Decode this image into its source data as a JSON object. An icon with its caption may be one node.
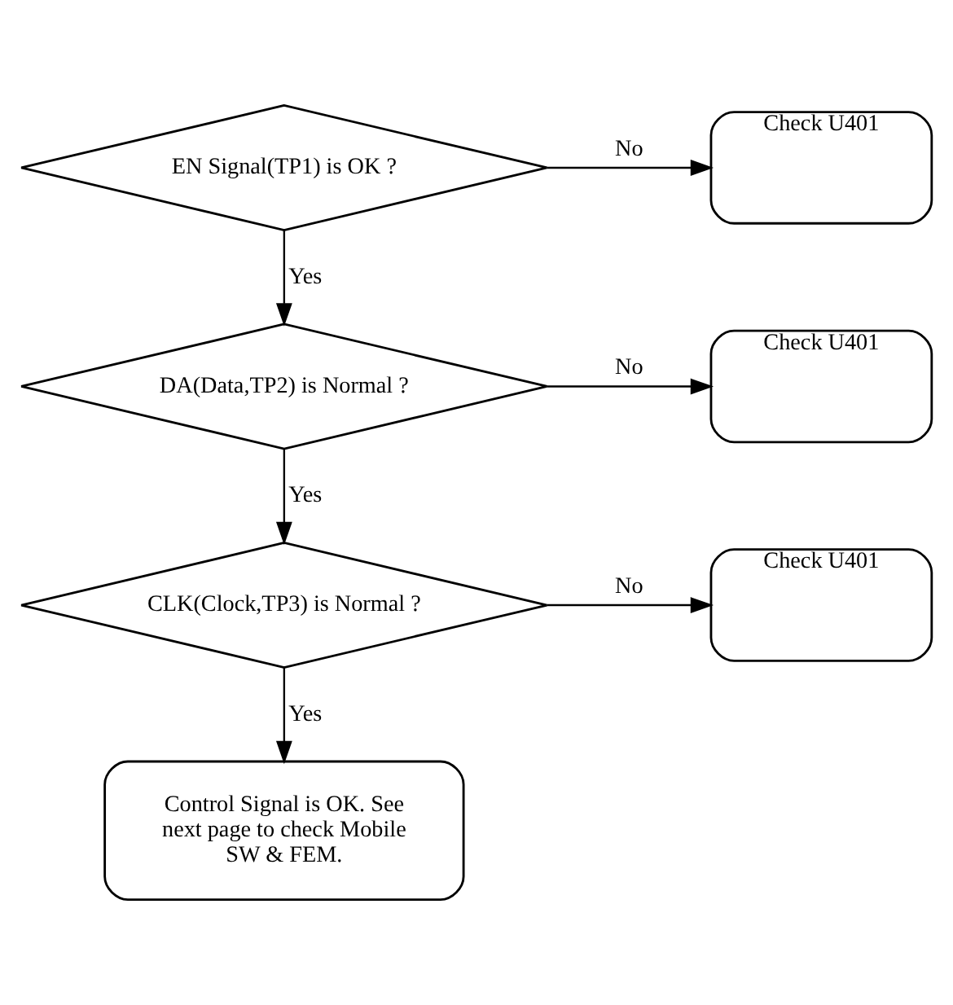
{
  "diagram": {
    "nodes": [
      {
        "text": [
          "EN Signal(TP1) is OK ?"
        ]
      },
      {
        "text": [
          "Check U401"
        ]
      },
      {
        "text": [
          "DA(Data,TP2) is Normal ?"
        ]
      },
      {
        "text": [
          "Check U401"
        ]
      },
      {
        "text": [
          "CLK(Clock,TP3) is Normal ?"
        ]
      },
      {
        "text": [
          "Check U401"
        ]
      },
      {
        "text": [
          "Control Signal is OK. See next page to check Mobile SW & FEM."
        ]
      }
    ],
    "edges": [
      {
        "from": 0,
        "to": 1,
        "arrow": "to",
        "label": "No"
      },
      {
        "from": 0,
        "to": 2,
        "arrow": "to",
        "label": "Yes"
      },
      {
        "from": 2,
        "to": 3,
        "arrow": "to",
        "label": "No"
      },
      {
        "from": 2,
        "to": 4,
        "arrow": "to",
        "label": "Yes"
      },
      {
        "from": 4,
        "to": 5,
        "arrow": "to",
        "label": "No"
      },
      {
        "from": 4,
        "to": 6,
        "arrow": "to",
        "label": "Yes"
      }
    ]
  }
}
